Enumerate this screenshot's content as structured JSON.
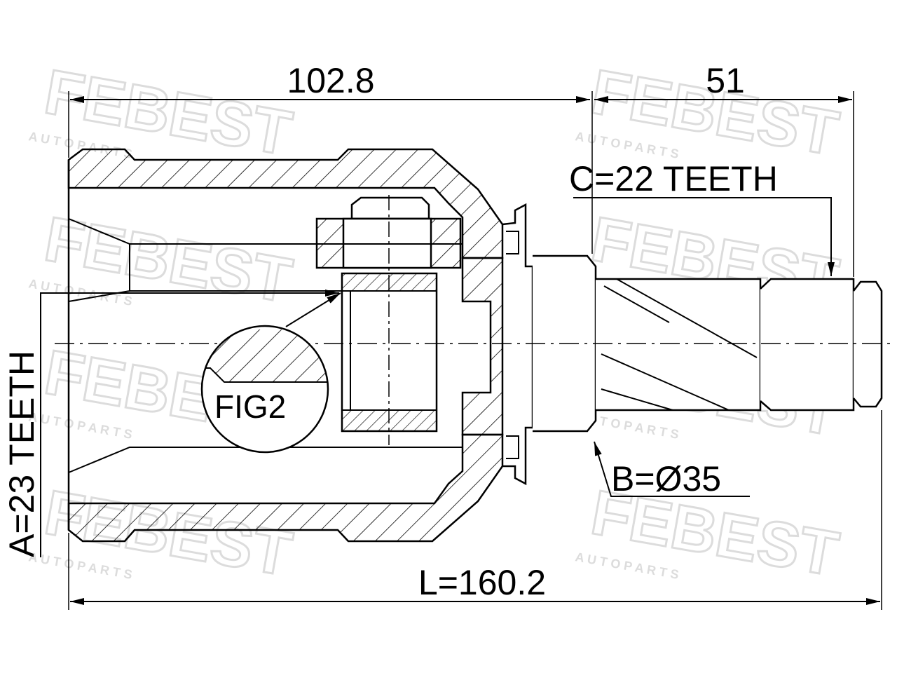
{
  "diagram": {
    "dim_outer_length": "102.8",
    "dim_shaft_length": "51",
    "dim_total_length": "L=160.2",
    "spline_outer_teeth": "A=23 TEETH",
    "spline_shaft_teeth": "C=22 TEETH",
    "seal_diameter": "B=Ø35",
    "fig_callout": "FIG2"
  },
  "watermark": {
    "brand": "FEBEST",
    "tagline": "A U T O   P A R T S",
    "color": "#d9d9d9"
  },
  "colors": {
    "line": "#000000",
    "background": "#ffffff"
  }
}
